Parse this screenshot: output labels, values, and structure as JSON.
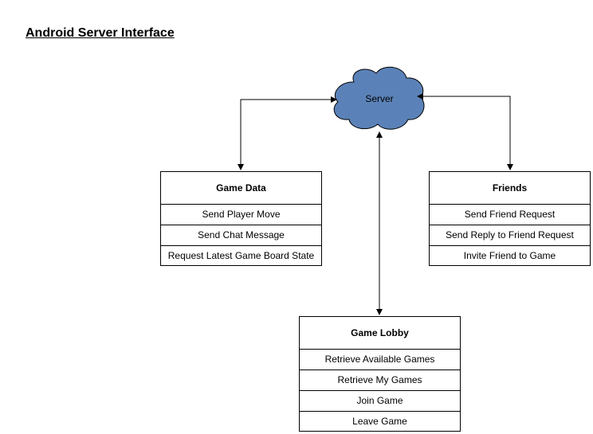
{
  "title": "Android Server Interface",
  "server": {
    "label": "Server",
    "fill": "#5b82b8"
  },
  "boxes": {
    "game_data": {
      "title": "Game Data",
      "items": [
        "Send Player Move",
        "Send Chat Message",
        "Request Latest Game Board State"
      ]
    },
    "friends": {
      "title": "Friends",
      "items": [
        "Send Friend Request",
        "Send Reply to Friend Request",
        "Invite Friend to Game"
      ]
    },
    "game_lobby": {
      "title": "Game Lobby",
      "items": [
        "Retrieve Available Games",
        "Retrieve My Games",
        "Join Game",
        "Leave Game"
      ]
    }
  }
}
